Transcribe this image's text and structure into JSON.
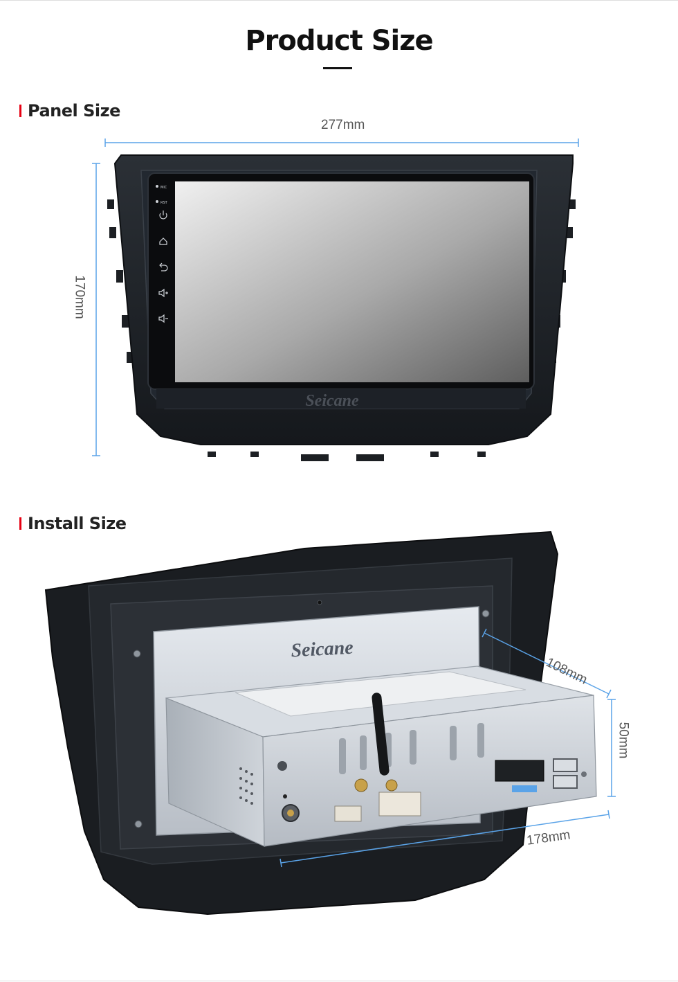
{
  "page": {
    "title": "Product Size",
    "accent_color": "#e60012",
    "dimension_line_color": "#5aa3e8"
  },
  "panel_section": {
    "heading": "Panel Size",
    "width_label": "277mm",
    "height_label": "170mm",
    "side_buttons": [
      "MIC",
      "RST",
      "power-icon",
      "home-icon",
      "back-icon",
      "volume-up-icon",
      "volume-down-icon"
    ],
    "brand": "Seicane"
  },
  "install_section": {
    "heading": "Install Size",
    "depth_label": "108mm",
    "height_label": "50mm",
    "width_label": "178mm",
    "brand": "Seicane"
  }
}
